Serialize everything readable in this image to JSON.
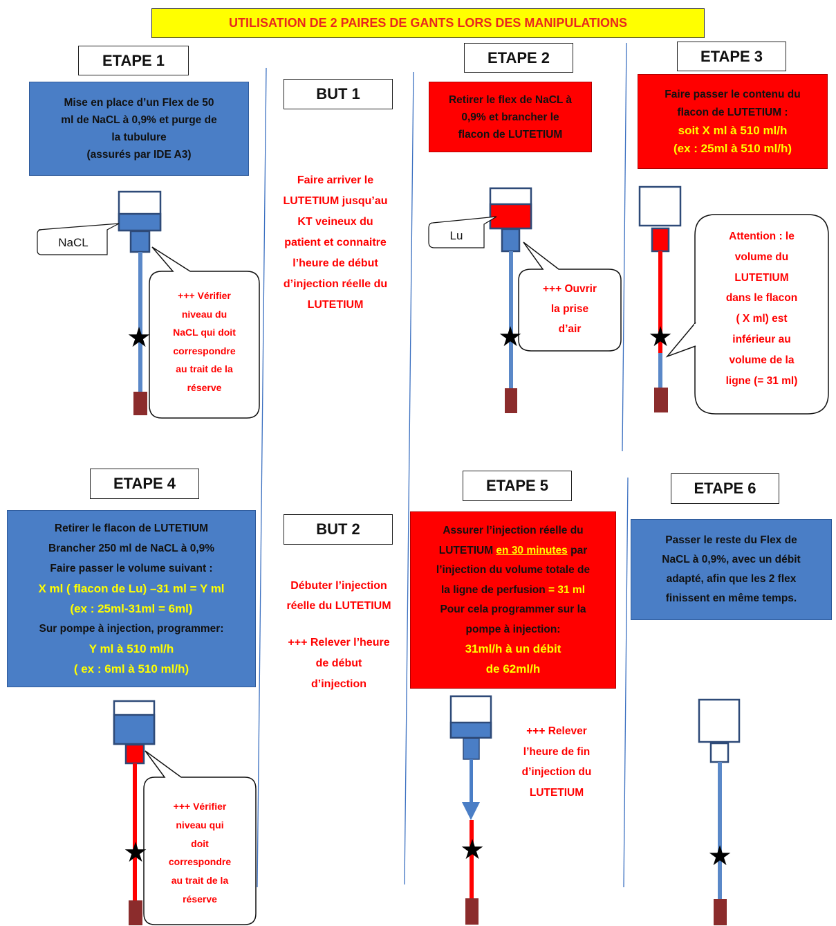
{
  "title": "UTILISATION DE 2 PAIRES DE GANTS LORS DES MANIPULATIONS",
  "steps": {
    "e1": {
      "label": "ETAPE 1",
      "box": [
        "Mise en place d’un Flex de 50",
        "ml de NaCL à 0,9% et purge de",
        "la tubulure",
        "(assurés par IDE A3)"
      ],
      "tag": "NaCL",
      "bubble": [
        "+++ Vérifier",
        "niveau du",
        "NaCL qui doit",
        "correspondre",
        "au trait de la",
        "réserve"
      ]
    },
    "e2": {
      "label": "ETAPE 2",
      "box": [
        "Retirer le flex de NaCL à",
        "0,9% et brancher le",
        "flacon de LUTETIUM"
      ],
      "tag": "Lu",
      "bubble": [
        "+++ Ouvrir",
        "la prise",
        "d’air"
      ]
    },
    "e3": {
      "label": "ETAPE 3",
      "box": [
        "Faire passer le contenu du",
        "flacon de LUTETIUM :"
      ],
      "box_yellow": [
        "soit X ml à 510 ml/h",
        "(ex : 25ml à 510 ml/h)"
      ],
      "bubble": [
        "Attention : le",
        "volume du",
        "LUTETIUM",
        "dans le flacon",
        "( X ml) est",
        "inférieur au",
        "volume de la",
        "ligne (= 31 ml)"
      ]
    },
    "e4": {
      "label": "ETAPE 4",
      "box_a": [
        "Retirer le flacon de LUTETIUM",
        "Brancher 250 ml de NaCL à 0,9%",
        "Faire passer le volume suivant :"
      ],
      "box_b": [
        "X ml ( flacon de Lu) –31 ml = Y ml",
        "(ex : 25ml-31ml = 6ml)"
      ],
      "box_c": [
        "Sur pompe à injection, programmer:"
      ],
      "box_d": [
        "Y ml à 510 ml/h",
        "( ex : 6ml à 510 ml/h)"
      ],
      "bubble": [
        "+++ Vérifier",
        "niveau qui",
        "doit",
        "correspondre",
        "au trait de la",
        "réserve"
      ]
    },
    "e5": {
      "label": "ETAPE 5",
      "line1": "Assurer l’injection réelle du",
      "line2_pre": "LUTETIUM ",
      "line2_u": "en 30 minutes",
      "line2_post": " par",
      "line3": "l’injection du volume totale de",
      "line4_pre": "la ligne de perfusion ",
      "line4_y": "= 31 ml",
      "line5": "Pour cela programmer  sur la",
      "line6": "pompe à injection:",
      "box_yellow": [
        "31ml/h à un débit",
        "de 62ml/h"
      ],
      "note": [
        "+++ Relever",
        "l’heure de fin",
        "d’injection du",
        "LUTETIUM"
      ]
    },
    "e6": {
      "label": "ETAPE 6",
      "box": [
        "Passer le reste du Flex de",
        "NaCL à 0,9%, avec un débit",
        "adapté, afin que les 2 flex",
        "finissent en même temps."
      ]
    }
  },
  "but1": {
    "label": "BUT 1",
    "text": [
      "Faire arriver le",
      "LUTETIUM jusqu’au",
      "KT veineux du",
      "patient et connaitre",
      "l’heure de début",
      "d’injection réelle du",
      "LUTETIUM"
    ]
  },
  "but2": {
    "label": "BUT 2",
    "text": [
      "Débuter l’injection",
      "réelle du LUTETIUM"
    ],
    "text2": [
      "+++ Relever l’heure",
      "de début",
      "d’injection"
    ]
  },
  "colors": {
    "blue_box": "#4a7ec6",
    "red": "#ff0000",
    "yellow": "#ffff00",
    "line_blue": "#4a7ec6",
    "connector": "#8b2c2c",
    "divider": "#3a6fc0"
  }
}
